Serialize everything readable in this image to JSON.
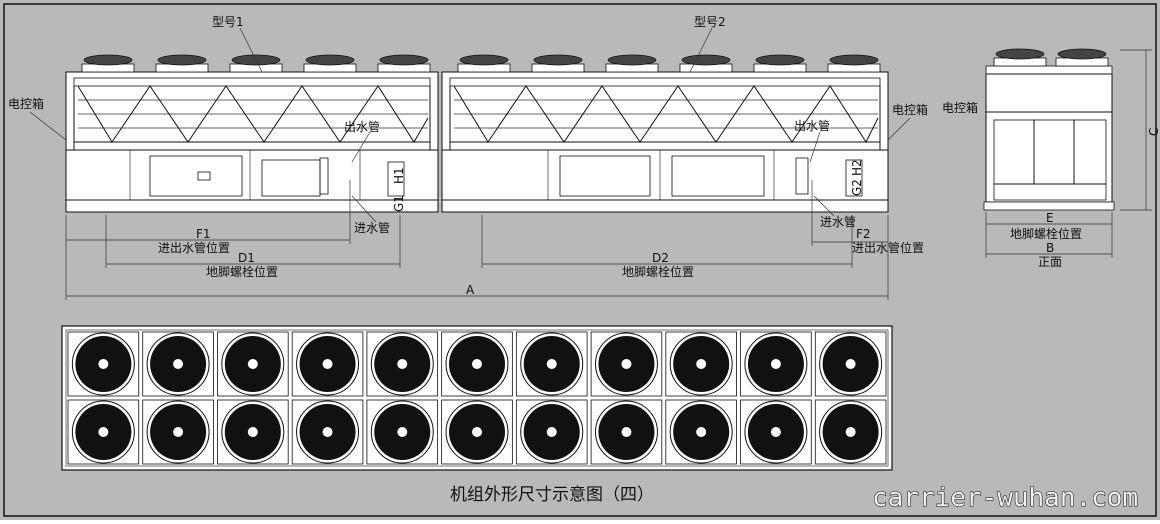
{
  "labels": {
    "model1": "型号1",
    "model2": "型号2",
    "control_box": "电控箱",
    "water_outlet": "出水管",
    "water_inlet": "进水管",
    "pipe_position": "进出水管位置",
    "bolt_position": "地脚螺栓位置",
    "front_view": "正面"
  },
  "dimensions": {
    "A": "A",
    "B": "B",
    "C": "C",
    "E": "E",
    "D1": "D1",
    "D2": "D2",
    "F1": "F1",
    "F2": "F2",
    "G1": "G1",
    "G2": "G2",
    "H1": "H1",
    "H2": "H2"
  },
  "caption": "机组外形尺寸示意图（四）",
  "watermark": "carrier-wuhan.com",
  "colors": {
    "background": "#b9b9b9",
    "frame": "#ffffff",
    "line": "#111111",
    "fan": "#111111"
  },
  "top_view": {
    "columns": 11,
    "rows": 2
  }
}
